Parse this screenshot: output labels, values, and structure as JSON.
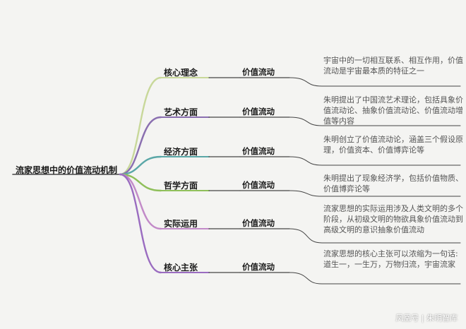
{
  "root": {
    "label": "流家思想中的价值流动机制"
  },
  "branches": [
    {
      "label": "核心理念",
      "child": "价值流动",
      "desc": "宇宙中的一切相互联系、相互作用，价值流动是宇宙最本质的特征之一",
      "color": "#c8d89a"
    },
    {
      "label": "艺术方面",
      "child": "价值流动",
      "desc": "朱明提出了中国流艺术理论，包括具象价值流动论、抽象价值流动论、价值流动增值等内容",
      "color": "#8a6fb0"
    },
    {
      "label": "经济方面",
      "child": "价值流动",
      "desc": "朱明创立了价值流动论，涵盖三个假设原理，价值资本、价值博弈论等",
      "color": "#5aa7a7"
    },
    {
      "label": "哲学方面",
      "child": "价值流动",
      "desc": "朱明提出了现象经济学，包括价值物质、价值博弈论等",
      "color": "#8fbf5a"
    },
    {
      "label": "实际运用",
      "child": "价值流动",
      "desc": "流家思想的实际运用涉及人类文明的多个阶段，从初级文明的物欲具象价值流动到高级文明的意识抽象价值流动",
      "color": "#c28ac8"
    },
    {
      "label": "核心主张",
      "child": "价值流动",
      "desc": "流家思想的核心主张可以浓缩为一句话:道生一，一生万，万物归流，宇宙流家",
      "color": "#9a6cc0"
    }
  ],
  "watermark": "凤凰号 | 朱明智库"
}
